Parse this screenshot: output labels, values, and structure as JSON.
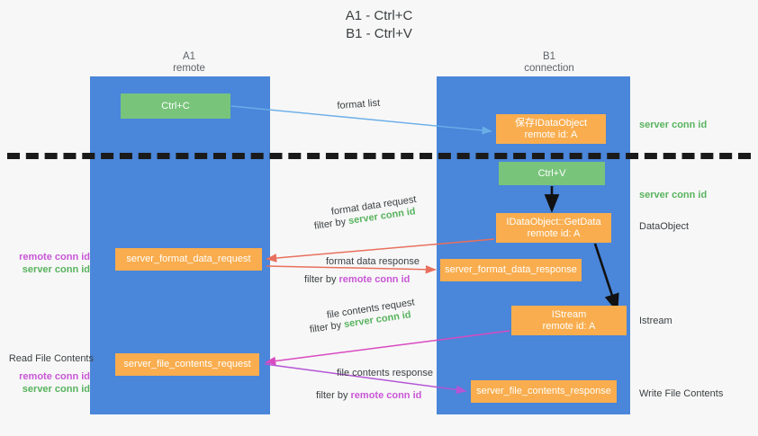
{
  "title": {
    "line1": "A1 - Ctrl+C",
    "line2": "B1 - Ctrl+V"
  },
  "lanes": [
    {
      "id": "a1",
      "name": "A1",
      "role": "remote"
    },
    {
      "id": "b1",
      "name": "B1",
      "role": "connection"
    }
  ],
  "nodes": {
    "ctrl_c": {
      "label": "Ctrl+C",
      "color": "#78c47b"
    },
    "save_idataobject": {
      "label": "保存IDataObject",
      "sub": "remote id: A",
      "color": "#f9ad4e"
    },
    "ctrl_v": {
      "label": "Ctrl+V",
      "color": "#78c47b"
    },
    "getdata": {
      "label": "IDataObject::GetData",
      "sub": "remote id: A",
      "color": "#f9ad4e"
    },
    "server_format_data_request": {
      "label": "server_format_data_request",
      "color": "#f9ad4e"
    },
    "server_format_data_response": {
      "label": "server_format_data_response",
      "color": "#f9ad4e"
    },
    "istream": {
      "label": "IStream",
      "sub": "remote id: A",
      "color": "#f9ad4e"
    },
    "server_file_contents_request": {
      "label": "server_file_contents_request",
      "color": "#f9ad4e"
    },
    "server_file_contents_response": {
      "label": "server_file_contents_response",
      "color": "#f9ad4e"
    }
  },
  "captions": {
    "format_list": "format list",
    "format_data_request": "format data request",
    "filter_by": "filter by ",
    "server_conn_id": "server conn id",
    "remote_conn_id": "remote conn id",
    "format_data_response": "format data response",
    "file_contents_request": "file contents request",
    "file_contents_response": "file contents response"
  },
  "margin_labels": {
    "server_conn_id_top": "server conn id",
    "server_conn_id_mid": "server conn id",
    "dataobject": "DataObject",
    "istream": "Istream",
    "write_file_contents": "Write File Contents",
    "read_file_contents": "Read File Contents",
    "remote_conn_id": "remote conn id",
    "server_conn_id": "server conn id"
  },
  "colors": {
    "lane": "#4a86d9",
    "box_orange": "#f9ad4e",
    "box_green": "#78c47b",
    "green_text": "#58b35e",
    "purple_text": "#c956d6",
    "arrow_blue": "#6aaee8",
    "arrow_red": "#e8705e",
    "arrow_pink": "#d94ac0",
    "arrow_purple": "#b455d6",
    "arrow_black": "#111111",
    "divider": "#1a1a1a",
    "background": "#f7f7f7"
  }
}
